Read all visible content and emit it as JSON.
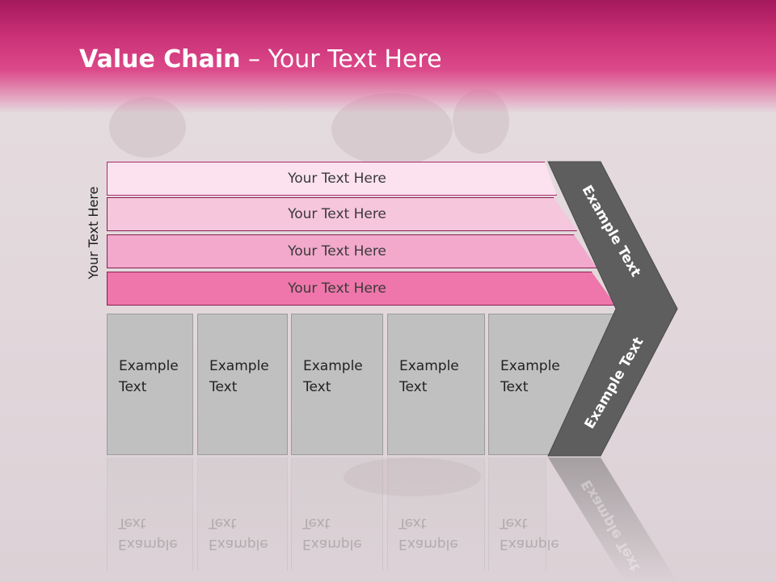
{
  "slide": {
    "title_bold": "Value Chain",
    "title_rest": " – Your Text Here",
    "side_label": "Your Text Here",
    "rows": [
      {
        "label": "Your Text Here"
      },
      {
        "label": "Your Text Here"
      },
      {
        "label": "Your Text Here"
      },
      {
        "label": "Your Text Here"
      }
    ],
    "boxes": [
      {
        "line1": "Example",
        "line2": "Text"
      },
      {
        "line1": "Example",
        "line2": "Text"
      },
      {
        "line1": "Example",
        "line2": "Text"
      },
      {
        "line1": "Example",
        "line2": "Text"
      },
      {
        "line1": "Example",
        "line2": "Text"
      }
    ],
    "chevron": {
      "upper_label": "Example Text",
      "lower_label": "Example Text"
    }
  },
  "colors": {
    "header": "#c92f75",
    "row1": "#fbe2ee",
    "row2": "#f6c6dc",
    "row3": "#f2a9cb",
    "row4": "#ee76aa",
    "boxes": "#c0c0c0",
    "chevron": "#5e5e5e"
  }
}
